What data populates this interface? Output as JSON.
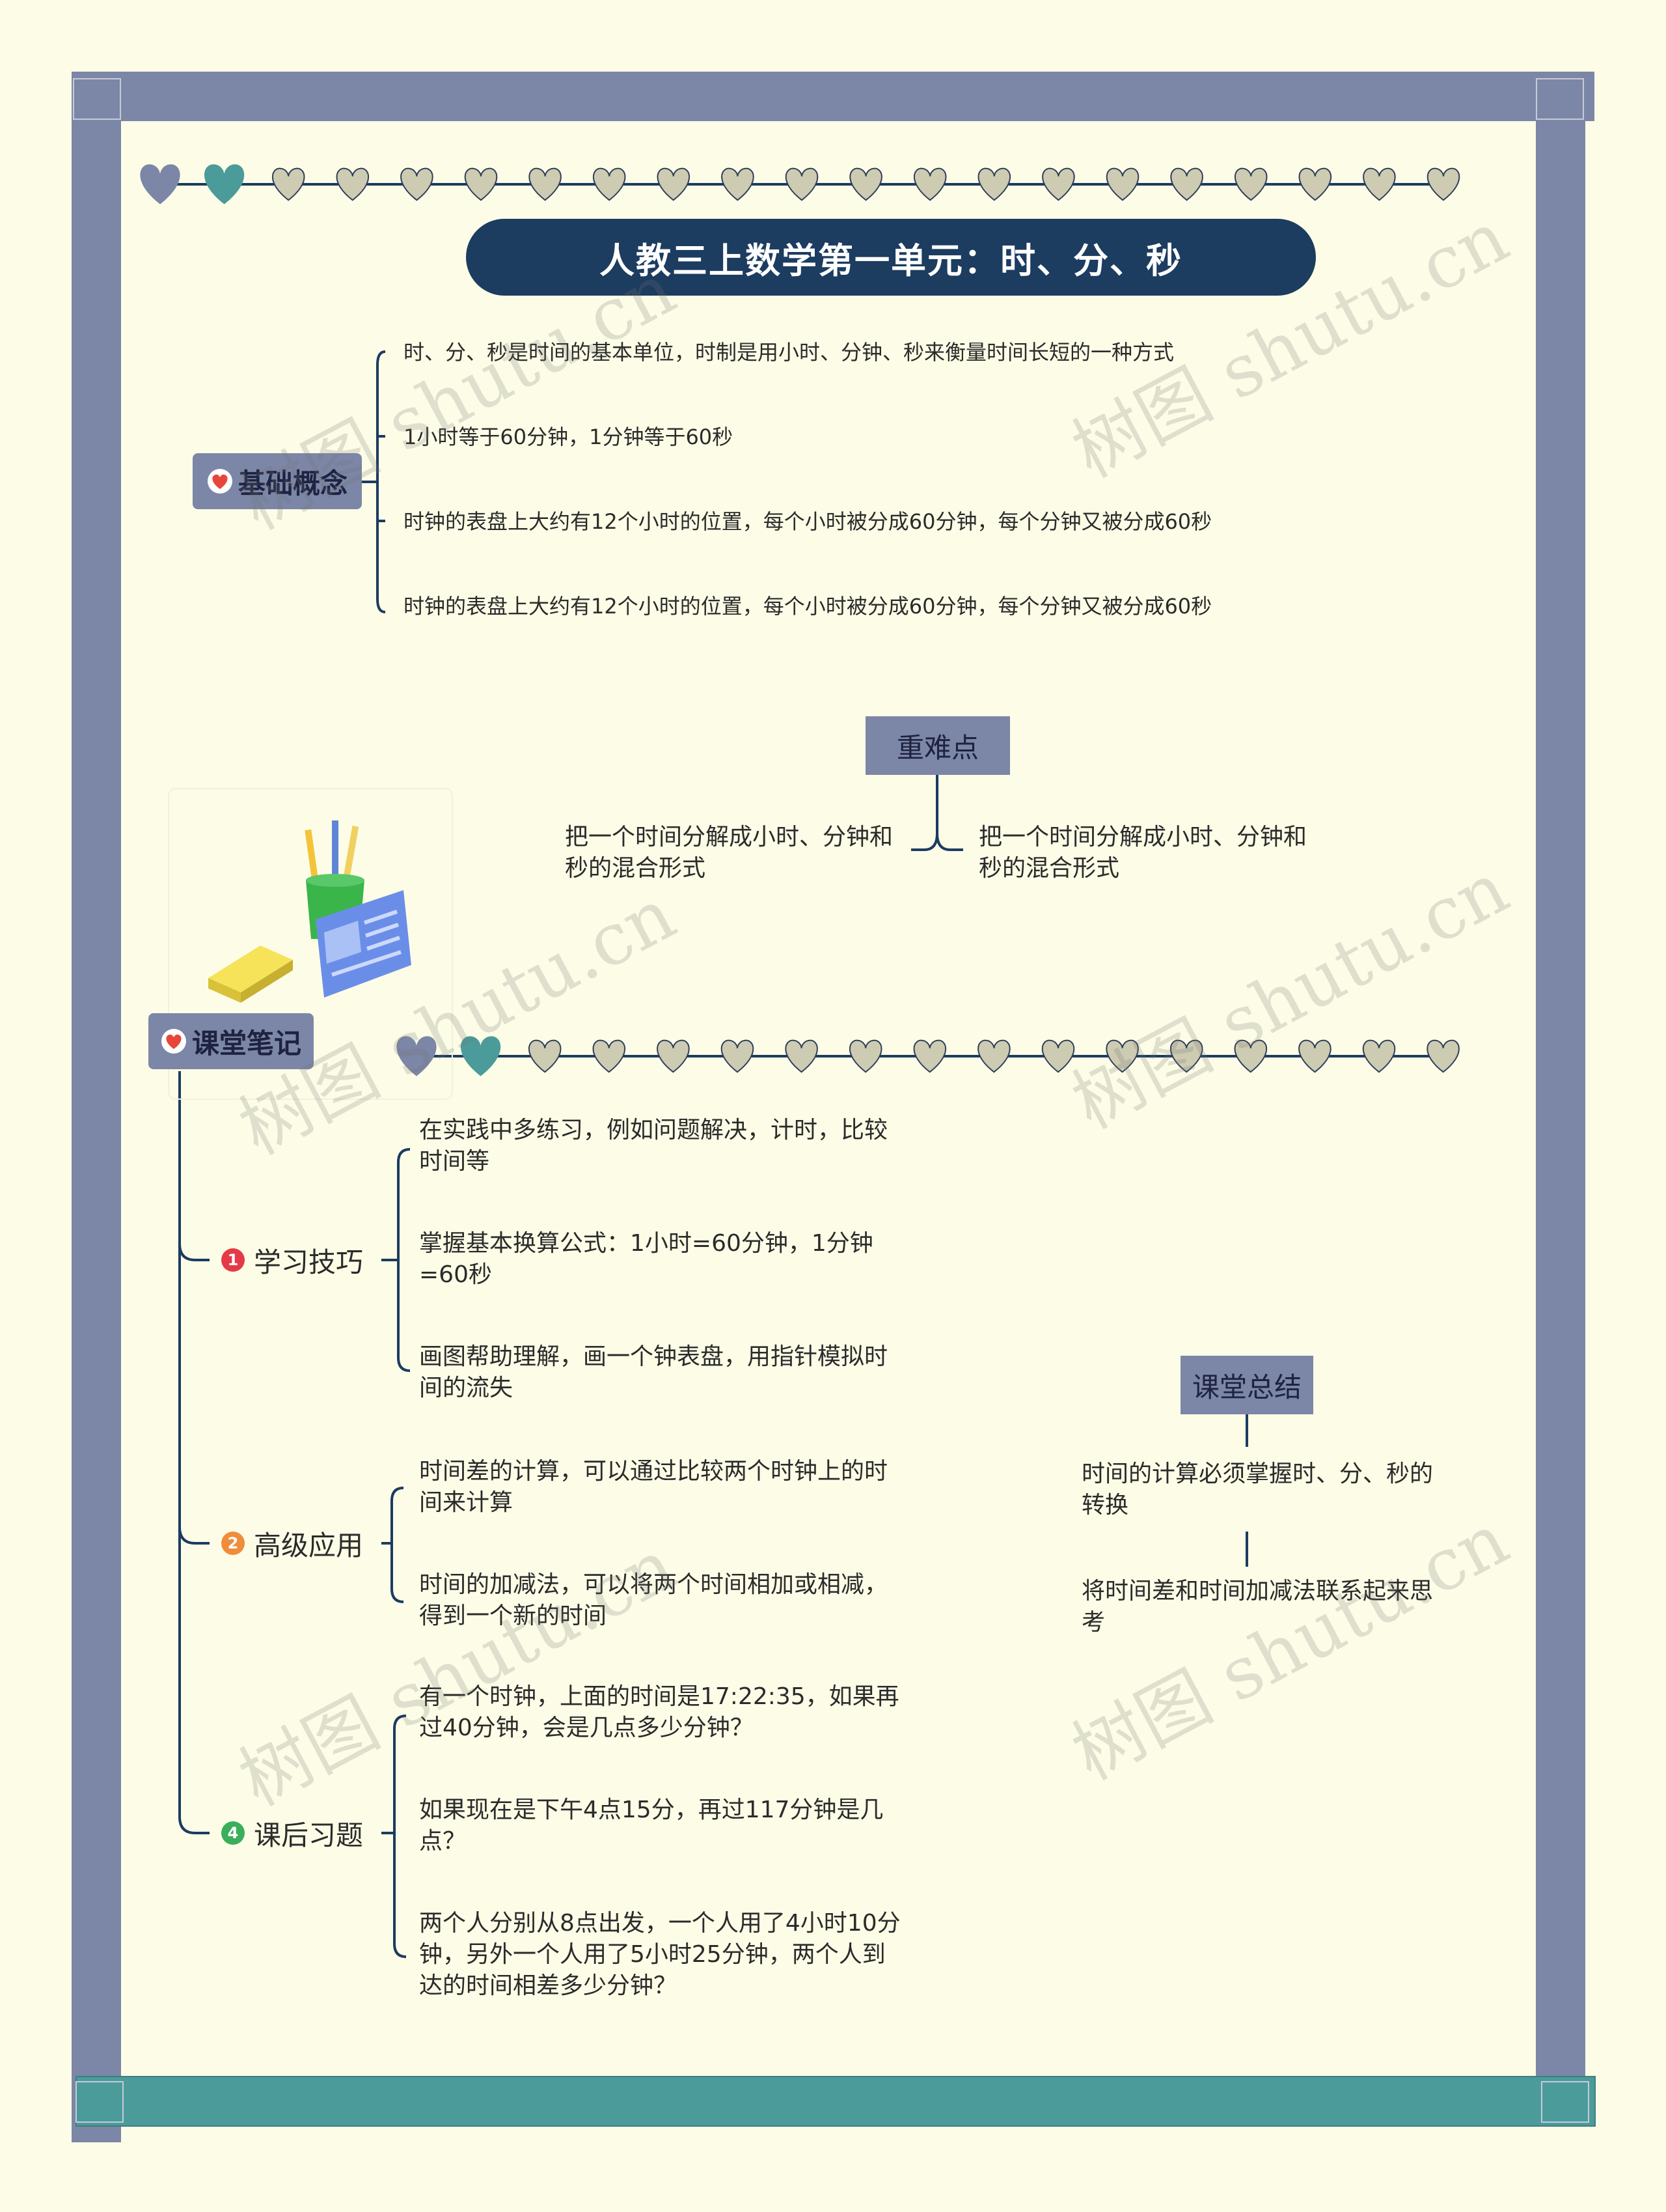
{
  "title": "人教三上数学第一单元：时、分、秒",
  "colors": {
    "frame": "#7c86a6",
    "teal": "#4b9b9b",
    "navy": "#1c3c60",
    "background": "#fdfde7",
    "heart_fill": "#cdcbb1"
  },
  "basic": {
    "label": "基础概念",
    "items": [
      "时、分、秒是时间的基本单位，时制是用小时、分钟、秒来衡量时间长短的一种方式",
      "1小时等于60分钟，1分钟等于60秒",
      "时钟的表盘上大约有12个小时的位置，每个小时被分成60分钟，每个分钟又被分成60秒",
      "时钟的表盘上大约有12个小时的位置，每个小时被分成60分钟，每个分钟又被分成60秒"
    ]
  },
  "key_points": {
    "label": "重难点",
    "left": "把一个时间分解成小时、分钟和秒的混合形式",
    "right": "把一个时间分解成小时、分钟和秒的混合形式"
  },
  "notes": {
    "label": "课堂笔记",
    "branches": [
      {
        "num": "1",
        "num_color": "#e53946",
        "label": "学习技巧",
        "items": [
          "在实践中多练习，例如问题解决，计时，比较时间等",
          "掌握基本换算公式：1小时=60分钟，1分钟=60秒",
          "画图帮助理解，画一个钟表盘，用指针模拟时间的流失"
        ]
      },
      {
        "num": "2",
        "num_color": "#f08c3a",
        "label": "高级应用",
        "items": [
          "时间差的计算，可以通过比较两个时钟上的时间来计算",
          "时间的加减法，可以将两个时间相加或相减，得到一个新的时间"
        ]
      },
      {
        "num": "4",
        "num_color": "#3aae5a",
        "label": "课后习题",
        "items": [
          "有一个时钟，上面的时间是17:22:35，如果再过40分钟，会是几点多少分钟？",
          "如果现在是下午4点15分，再过117分钟是几点？",
          "两个人分别从8点出发，一个人用了4小时10分钟，另外一个人用了5小时25分钟，两个人到达的时间相差多少分钟？"
        ]
      }
    ]
  },
  "summary": {
    "label": "课堂总结",
    "items": [
      "时间的计算必须掌握时、分、秒的转换",
      "将时间差和时间加减法联系起来思考"
    ]
  },
  "watermark": "树图 shutu.cn",
  "icons": {
    "heart": "heart-icon",
    "stationery": "stationery-illustration"
  }
}
